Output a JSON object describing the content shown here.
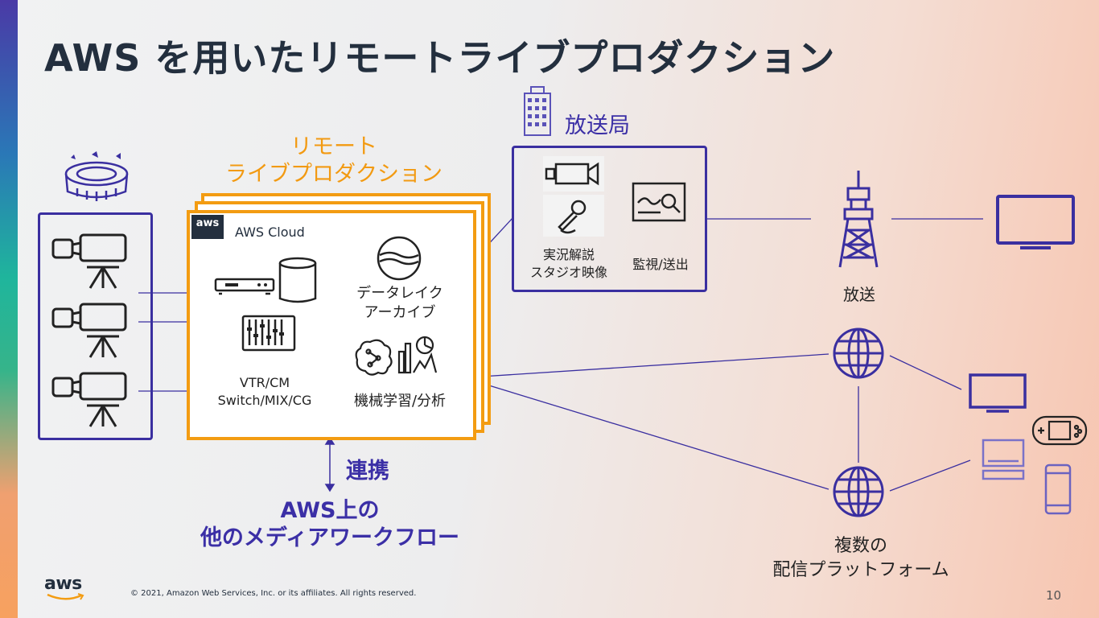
{
  "title": "AWS を用いたリモートライブプロダクション",
  "remote_production": {
    "line1": "リモート",
    "line2": "ライブプロダクション"
  },
  "aws_cloud": {
    "badge": "aws",
    "label": "AWS Cloud",
    "switcher_line1": "VTR/CM",
    "switcher_line2": "Switch/MIX/CG",
    "datalake_line1": "データレイク",
    "datalake_line2": "アーカイブ",
    "ml": "機械学習/分析"
  },
  "broadcaster": {
    "title": "放送局",
    "studio_line1": "実況解説",
    "studio_line2": "スタジオ映像",
    "monitor": "監視/送出"
  },
  "broadcast_label": "放送",
  "collab": "連携",
  "other_workflow": {
    "line1": "AWS上の",
    "line2": "他のメディアワークフロー"
  },
  "platforms": {
    "line1": "複数の",
    "line2": "配信プラットフォーム"
  },
  "footer": {
    "logo": "aws",
    "copyright": "© 2021, Amazon Web Services, Inc. or its affiliates. All rights reserved.",
    "page": "10"
  },
  "colors": {
    "orange": "#f39c12",
    "indigo": "#3a2fa0",
    "dark": "#232f3e"
  }
}
